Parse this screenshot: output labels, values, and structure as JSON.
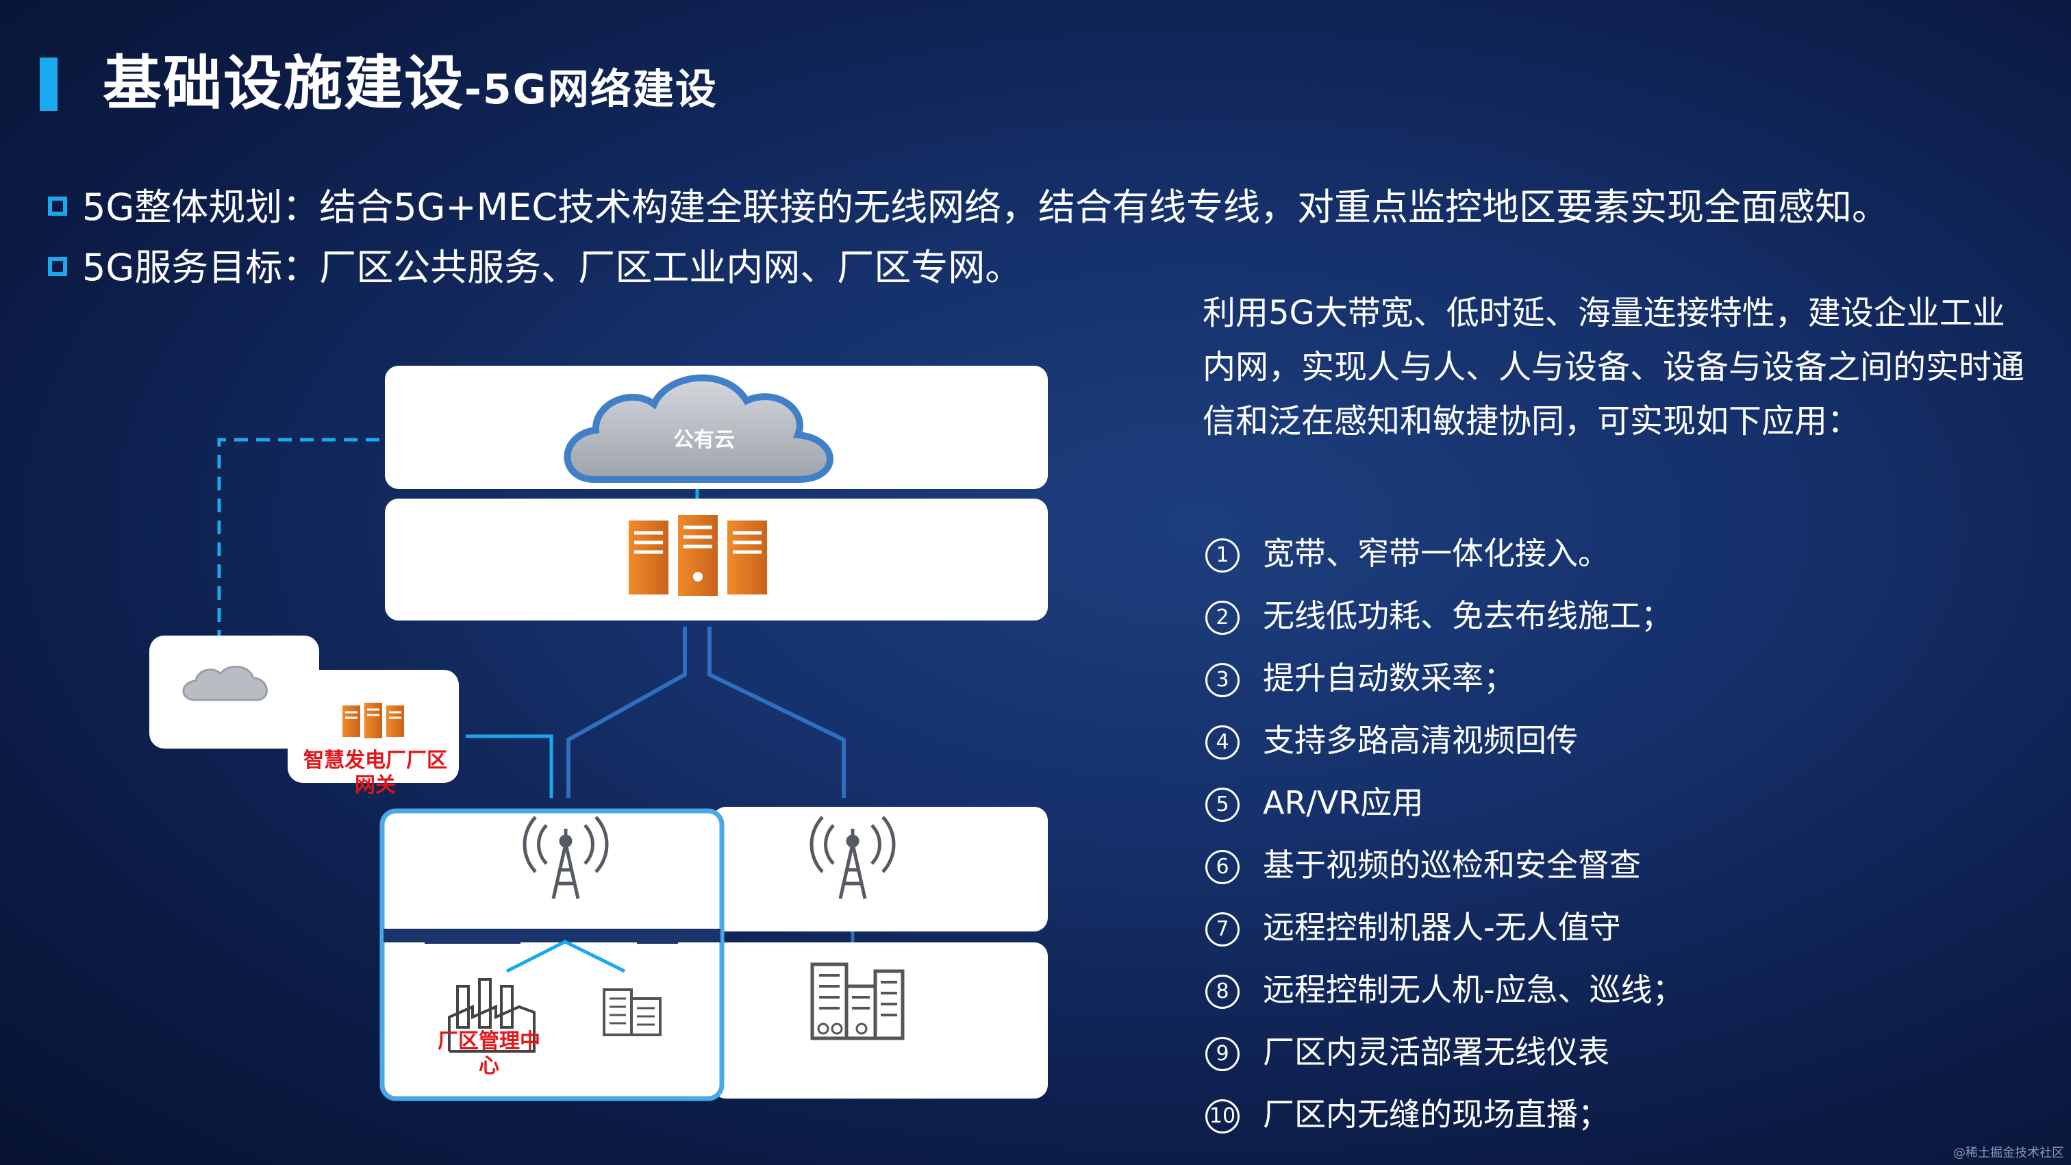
{
  "title": {
    "main": "基础设施建设",
    "sub": "-5G网络建设"
  },
  "bullets": [
    {
      "text": "5G整体规划：结合5G+MEC技术构建全联接的无线网络，结合有线专线，对重点监控地区要素实现全面感知。"
    },
    {
      "text": "5G服务目标：厂区公共服务、厂区工业内网、厂区专网。"
    }
  ],
  "description": "利用5G大带宽、低时延、海量连接特性，建设企业工业内网，实现人与人、人与设备、设备与设备之间的实时通信和泛在感知和敏捷协同，可实现如下应用：",
  "applications": [
    {
      "num": "1",
      "text": "宽带、窄带一体化接入。"
    },
    {
      "num": "2",
      "text": "无线低功耗、免去布线施工；"
    },
    {
      "num": "3",
      "text": "提升自动数采率；"
    },
    {
      "num": "4",
      "text": "支持多路高清视频回传"
    },
    {
      "num": "5",
      "text": "AR/VR应用"
    },
    {
      "num": "6",
      "text": "基于视频的巡检和安全督查"
    },
    {
      "num": "7",
      "text": "远程控制机器人-无人值守"
    },
    {
      "num": "8",
      "text": "远程控制无人机-应急、巡线；"
    },
    {
      "num": "9",
      "text": "厂区内灵活部署无线仪表"
    },
    {
      "num": "10",
      "text": "厂区内无缝的现场直播；"
    }
  ],
  "diagram": {
    "cloud_label": "公有云",
    "gateway_label_line1": "智慧发电厂厂区",
    "gateway_label_line2": "网关",
    "management_label_line1": "厂区管理中",
    "management_label_line2": "心",
    "colors": {
      "accent": "#1aa8ee",
      "server_orange": "#e07a1f",
      "red": "#e4141b",
      "cloud_gray": "#b8bcc3"
    }
  },
  "watermark": "@稀土掘金技术社区"
}
